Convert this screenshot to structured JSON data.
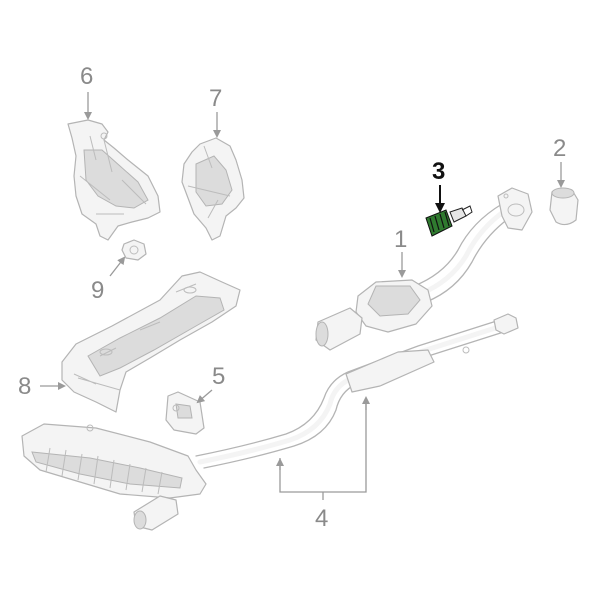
{
  "diagram": {
    "highlight_color": "#2f7a2f",
    "callouts": [
      {
        "id": "1",
        "label": "1"
      },
      {
        "id": "2",
        "label": "2"
      },
      {
        "id": "3",
        "label": "3",
        "highlighted": true
      },
      {
        "id": "4",
        "label": "4"
      },
      {
        "id": "5",
        "label": "5"
      },
      {
        "id": "6",
        "label": "6"
      },
      {
        "id": "7",
        "label": "7"
      },
      {
        "id": "8",
        "label": "8"
      },
      {
        "id": "9",
        "label": "9"
      }
    ]
  }
}
